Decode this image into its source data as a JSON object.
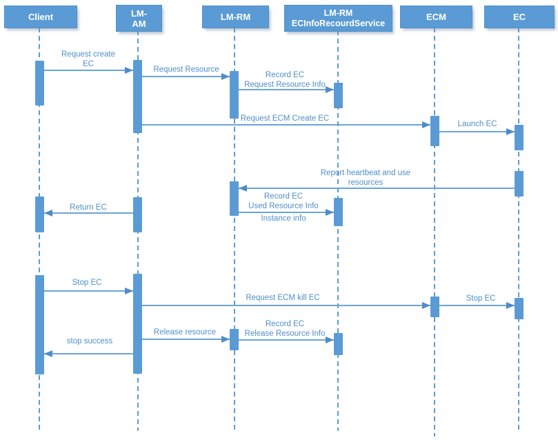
{
  "diagram": {
    "type": "uml-sequence-diagram",
    "colors": {
      "actor_fill": "#5b9bd5",
      "actor_text": "#ffffff",
      "line": "#6ba3d9",
      "arrowhead": "#4f8bc9",
      "label_text": "#4e8ecb",
      "background": "#ffffff"
    },
    "actors": [
      {
        "id": "client",
        "label": "Client"
      },
      {
        "id": "lm-am",
        "label": "LM-\nAM"
      },
      {
        "id": "lm-rm",
        "label": "LM-RM"
      },
      {
        "id": "lm-rm-ecinforecourdservice",
        "label": "LM-RM\nECInfoRecourdService"
      },
      {
        "id": "ecm",
        "label": "ECM"
      },
      {
        "id": "ec",
        "label": "EC"
      }
    ],
    "messages": [
      {
        "from": "Client",
        "to": "LM-AM",
        "label": "Request  create\nEC"
      },
      {
        "from": "LM-AM",
        "to": "LM-RM",
        "label": "Request Resource"
      },
      {
        "from": "LM-RM",
        "to": "LM-RM ECInfoRecourdService",
        "label": "Record EC\nRequest Resource Info"
      },
      {
        "from": "LM-AM",
        "to": "ECM",
        "label": "Request ECM Create EC"
      },
      {
        "from": "ECM",
        "to": "EC",
        "label": "Launch EC"
      },
      {
        "from": "EC",
        "to": "LM-RM",
        "label": "Report heartbeat and use\nresources"
      },
      {
        "from": "LM-RM",
        "to": "LM-RM ECInfoRecourdService",
        "label": "Record EC\nUsed Resource Info",
        "label_below": "Instance info"
      },
      {
        "from": "LM-AM",
        "to": "Client",
        "label": "Return EC"
      },
      {
        "from": "Client",
        "to": "LM-AM",
        "label": "Stop EC"
      },
      {
        "from": "LM-AM",
        "to": "ECM",
        "label": "Request ECM kill EC"
      },
      {
        "from": "ECM",
        "to": "EC",
        "label": "Stop EC"
      },
      {
        "from": "LM-AM",
        "to": "LM-RM",
        "label": "Release resource"
      },
      {
        "from": "LM-RM",
        "to": "LM-RM ECInfoRecourdService",
        "label": "Record EC\nRelease Resource Info"
      },
      {
        "from": "LM-AM",
        "to": "Client",
        "label": "stop success"
      }
    ]
  }
}
